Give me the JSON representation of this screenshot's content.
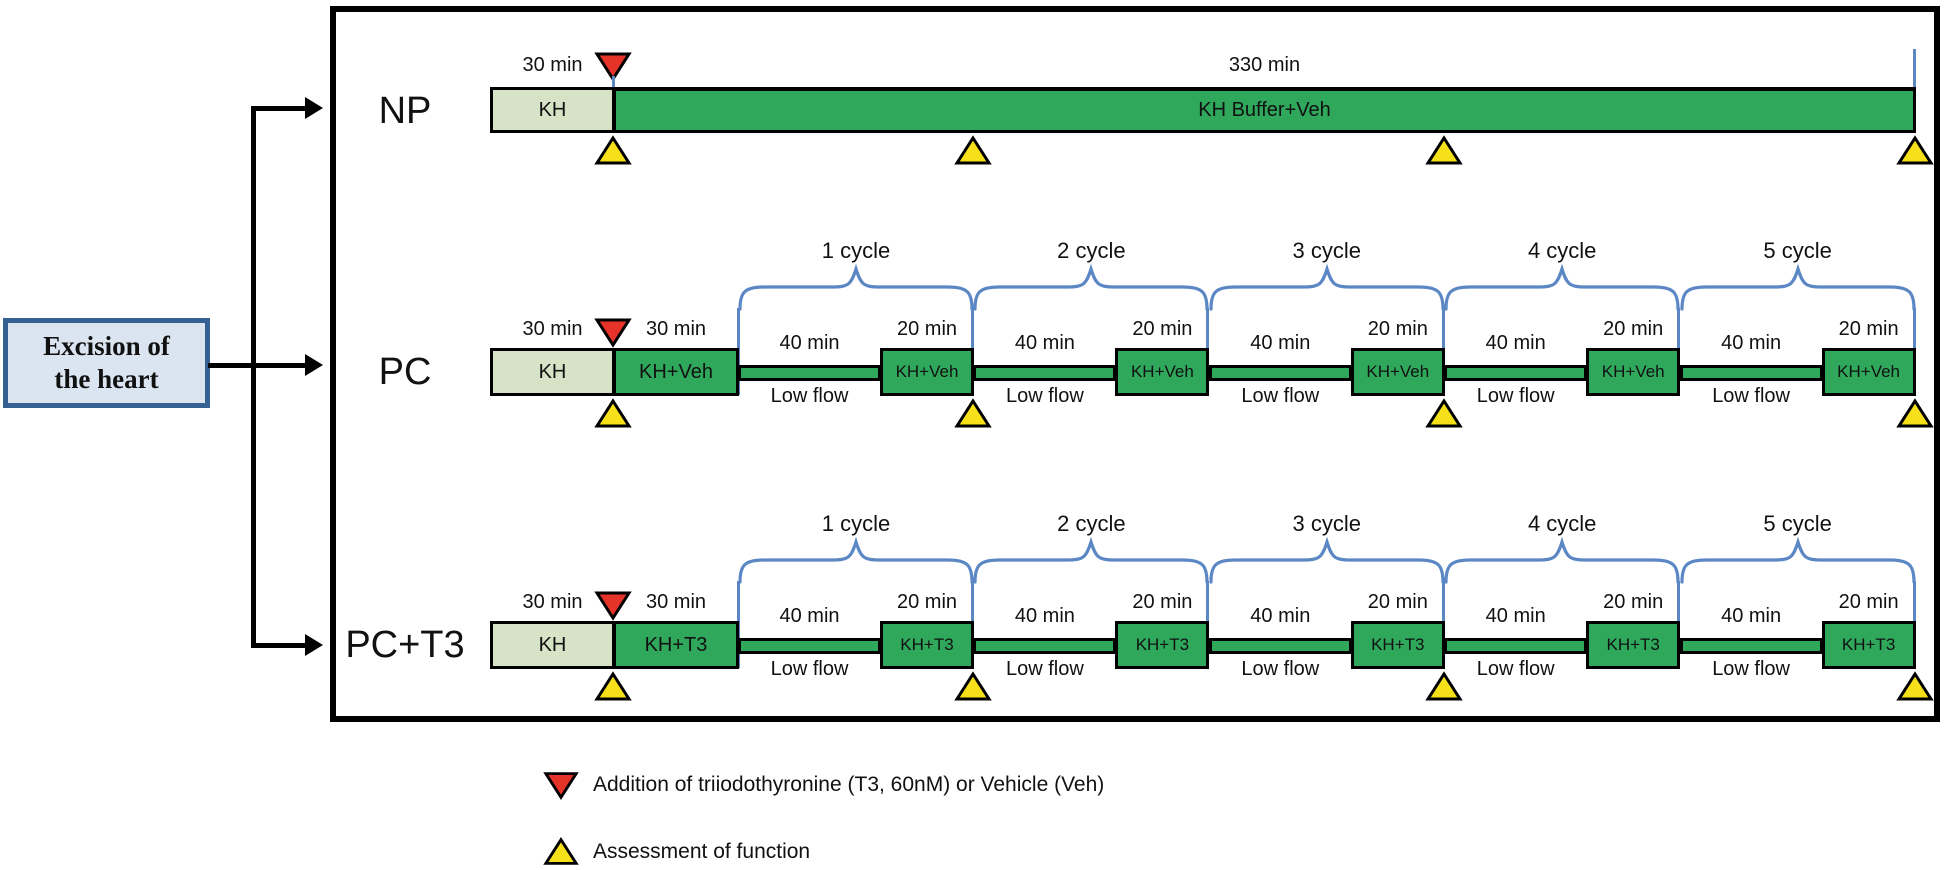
{
  "figure": {
    "source_box": {
      "line1": "Excision of",
      "line2": "the heart"
    },
    "cycles": [
      "1 cycle",
      "2 cycle",
      "3 cycle",
      "4 cycle",
      "5 cycle"
    ],
    "groups": {
      "np": {
        "label": "NP",
        "kh_duration": "30 min",
        "kh_label": "KH",
        "perfusion_duration": "330 min",
        "perfusion_label": "KH Buffer+Veh"
      },
      "pc": {
        "label": "PC",
        "kh_duration": "30 min",
        "kh_label": "KH",
        "stabilization_duration": "30 min",
        "stabilization_label": "KH+Veh",
        "low_flow_duration": "40 min",
        "low_flow_label": "Low flow",
        "reperfusion_duration": "20 min",
        "reperfusion_label": "KH+Veh"
      },
      "pct3": {
        "label": "PC+T3",
        "kh_duration": "30 min",
        "kh_label": "KH",
        "stabilization_duration": "30 min",
        "stabilization_label": "KH+T3",
        "low_flow_duration": "40 min",
        "low_flow_label": "Low flow",
        "reperfusion_duration": "20 min",
        "reperfusion_label": "KH+T3"
      }
    },
    "legend": {
      "add_t3": "Addition of triiodothyronine (T3, 60nM) or Vehicle (Veh)",
      "assessment": "Assessment of function"
    },
    "colors": {
      "green": "#2fa85c",
      "light_green": "#d6e3c6",
      "yellow": "#f5e01a",
      "red": "#e63329",
      "brace_blue": "#5b87c5",
      "box_fill": "#dbe5f1",
      "box_border": "#376092"
    }
  }
}
